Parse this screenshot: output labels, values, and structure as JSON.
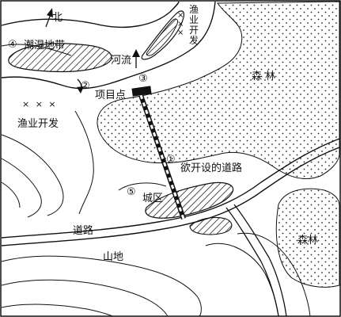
{
  "labels": {
    "north": "北",
    "wetland_num": "④",
    "wetland": "潮湿地带",
    "fishery_top": "渔业开发",
    "fishery_left": "渔业开发",
    "river": "河流",
    "num3": "③",
    "project_num": "②",
    "project": "项目点",
    "forest_top": "森 林",
    "road_plan_num": "①",
    "road_plan": "欲开设的道路",
    "city_num": "⑤",
    "city": "城区",
    "road": "道路",
    "mountain": "山地",
    "forest_right": "森林"
  },
  "symbols": {
    "cross_marks": "× × ×"
  },
  "colors": {
    "ink": "#111111",
    "paper": "#ffffff"
  }
}
